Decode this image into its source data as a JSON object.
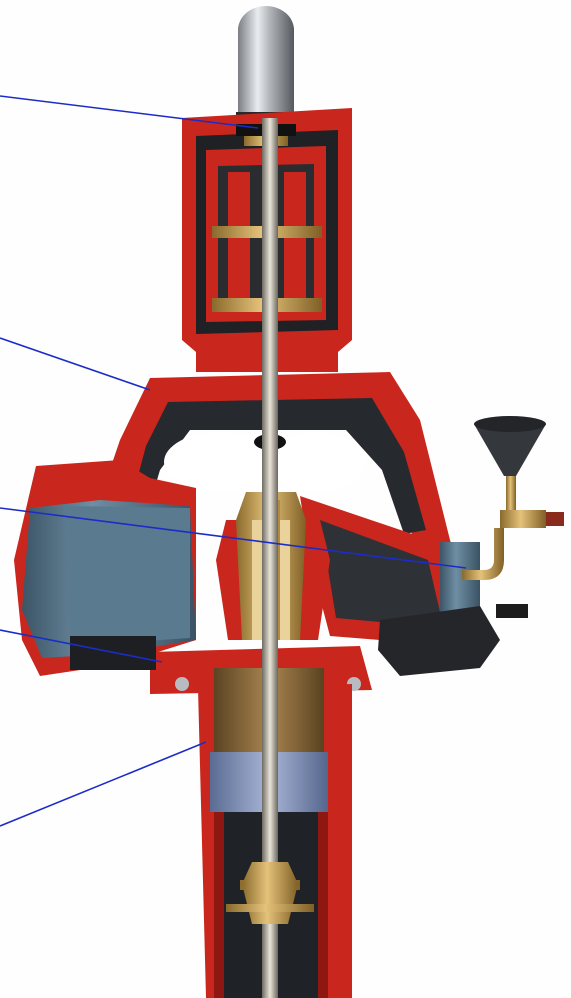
{
  "figure": {
    "subject": "",
    "colors": {
      "section_red": "#c9271d",
      "dark_red": "#8e1712",
      "cast_iron": "#2f3439",
      "cast_blue": "#4f6f86",
      "brass": "#d3a85a",
      "steel": "#cfd3d6",
      "leader": "#1c2cc8"
    }
  },
  "callouts": [
    {
      "id": "callout-1",
      "text": ""
    },
    {
      "id": "callout-2",
      "text": ""
    },
    {
      "id": "callout-3",
      "text": ""
    },
    {
      "id": "callout-4",
      "text": ""
    },
    {
      "id": "callout-5",
      "text": ""
    }
  ]
}
